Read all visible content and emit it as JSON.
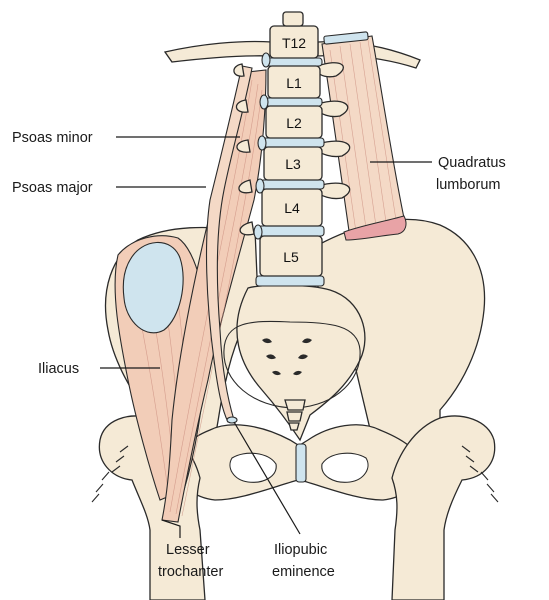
{
  "vertebrae": [
    "T12",
    "L1",
    "L2",
    "L3",
    "L4",
    "L5"
  ],
  "labels": {
    "psoas_minor": "Psoas minor",
    "psoas_major": "Psoas major",
    "iliacus": "Iliacus",
    "quadratus_1": "Quadratus",
    "quadratus_2": "lumborum",
    "lesser_1": "Lesser",
    "lesser_2": "trochanter",
    "iliopubic_1": "Iliopubic",
    "iliopubic_2": "eminence"
  },
  "colors": {
    "bone": "#f5ead6",
    "muscle": "#f2cdb8",
    "disc": "#cfe4ee",
    "ligament": "#e8a3a6"
  }
}
